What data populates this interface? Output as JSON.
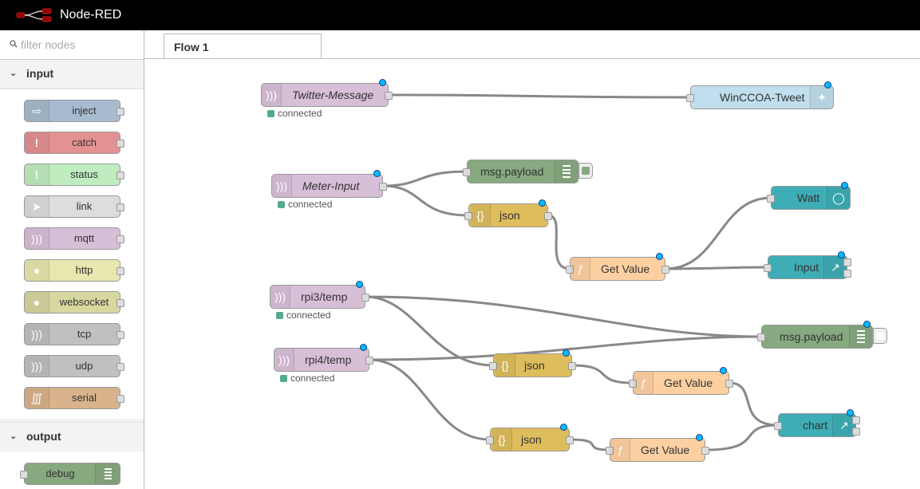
{
  "app": {
    "title": "Node-RED"
  },
  "palette": {
    "filter_placeholder": "filter nodes",
    "categories": [
      {
        "label": "input",
        "nodes": [
          {
            "label": "inject",
            "color": "#a6bbcf",
            "icon": "arrow-in-icon"
          },
          {
            "label": "catch",
            "color": "#e49191",
            "icon": "alert-icon"
          },
          {
            "label": "status",
            "color": "#c0edc0",
            "icon": "alert-icon"
          },
          {
            "label": "link",
            "color": "#dddddd",
            "icon": "link-in-icon"
          },
          {
            "label": "mqtt",
            "color": "#d8bfd8",
            "icon": "bridge-icon"
          },
          {
            "label": "http",
            "color": "#e7e7ae",
            "icon": "globe-icon"
          },
          {
            "label": "websocket",
            "color": "#d7d7a0",
            "icon": "globe-icon"
          },
          {
            "label": "tcp",
            "color": "#c0c0c0",
            "icon": "bridge-icon"
          },
          {
            "label": "udp",
            "color": "#c0c0c0",
            "icon": "bridge-icon"
          },
          {
            "label": "serial",
            "color": "#d9b38c",
            "icon": "serial-icon"
          }
        ]
      },
      {
        "label": "output",
        "nodes": [
          {
            "label": "debug",
            "color": "#87a980",
            "icon": "debug-icon"
          }
        ]
      }
    ]
  },
  "workspace": {
    "tabs": [
      {
        "label": "Flow 1"
      }
    ],
    "nodes": {
      "twitter_message": {
        "label": "Twitter-Message",
        "status": "connected",
        "color": "#d8bfd8"
      },
      "winccoa_tweet": {
        "label": "WinCCOA-Tweet",
        "color": "#c0deed"
      },
      "meter_input": {
        "label": "Meter-Input",
        "status": "connected",
        "color": "#d8bfd8"
      },
      "debug1": {
        "label": "msg.payload",
        "color": "#87a980"
      },
      "json1": {
        "label": "json",
        "color": "#debd5c"
      },
      "get_value1": {
        "label": "Get Value",
        "color": "#fdd0a2"
      },
      "watt": {
        "label": "Watt",
        "color": "#3fadb5"
      },
      "input_chart": {
        "label": "Input",
        "color": "#3fadb5"
      },
      "rpi3": {
        "label": "rpi3/temp",
        "status": "connected",
        "color": "#d8bfd8"
      },
      "rpi4": {
        "label": "rpi4/temp",
        "status": "connected",
        "color": "#d8bfd8"
      },
      "debug2": {
        "label": "msg.payload",
        "color": "#87a980"
      },
      "json2": {
        "label": "json",
        "color": "#debd5c"
      },
      "get_value2": {
        "label": "Get Value",
        "color": "#fdd0a2"
      },
      "chart": {
        "label": "chart",
        "color": "#3fadb5"
      },
      "json3": {
        "label": "json",
        "color": "#debd5c"
      },
      "get_value3": {
        "label": "Get Value",
        "color": "#fdd0a2"
      }
    }
  }
}
